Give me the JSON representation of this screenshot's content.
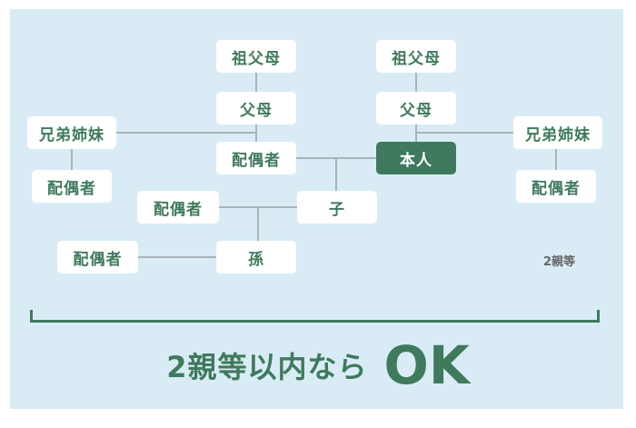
{
  "nodes": {
    "grandparents_left": "祖父母",
    "grandparents_right": "祖父母",
    "parents_left": "父母",
    "parents_right": "父母",
    "siblings_left": "兄弟姉妹",
    "siblings_right": "兄弟姉妹",
    "sibling_spouse_left": "配偶者",
    "sibling_spouse_right": "配偶者",
    "spouse": "配偶者",
    "self": "本人",
    "child_spouse": "配偶者",
    "child": "子",
    "grandchild_spouse": "配偶者",
    "grandchild": "孫"
  },
  "degree_label": "2親等",
  "caption": {
    "main": "2親等以内なら",
    "ok": "OK"
  },
  "colors": {
    "panel": "#d9ecf6",
    "accent": "#3f7a5d",
    "line": "#a9b4b9"
  }
}
